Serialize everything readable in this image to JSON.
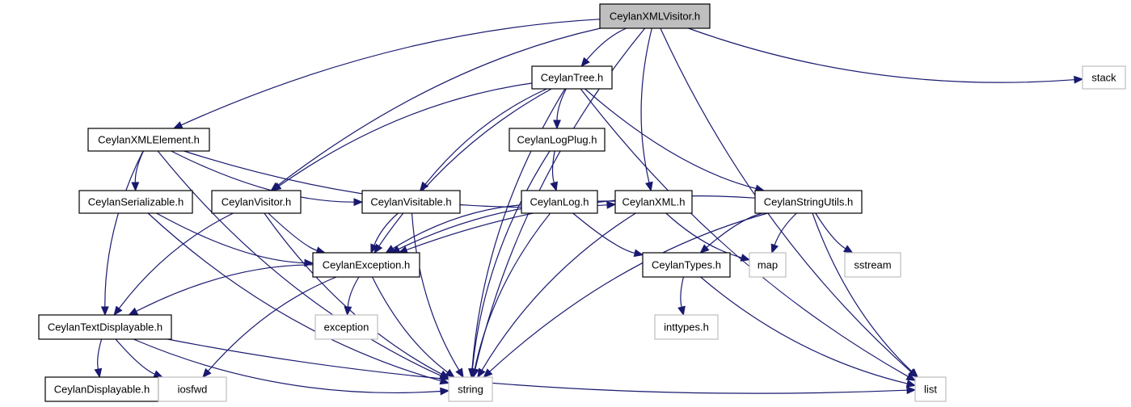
{
  "graph": {
    "nodes": [
      {
        "id": "xmlvisitor",
        "label": "CeylanXMLVisitor.h",
        "kind": "current"
      },
      {
        "id": "tree",
        "label": "CeylanTree.h",
        "kind": "internal"
      },
      {
        "id": "stack",
        "label": "stack",
        "kind": "external"
      },
      {
        "id": "xmlelement",
        "label": "CeylanXMLElement.h",
        "kind": "internal"
      },
      {
        "id": "logplug",
        "label": "CeylanLogPlug.h",
        "kind": "internal"
      },
      {
        "id": "serializable",
        "label": "CeylanSerializable.h",
        "kind": "internal"
      },
      {
        "id": "visitor",
        "label": "CeylanVisitor.h",
        "kind": "internal"
      },
      {
        "id": "visitable",
        "label": "CeylanVisitable.h",
        "kind": "internal"
      },
      {
        "id": "log",
        "label": "CeylanLog.h",
        "kind": "internal"
      },
      {
        "id": "xml",
        "label": "CeylanXML.h",
        "kind": "internal"
      },
      {
        "id": "stringutils",
        "label": "CeylanStringUtils.h",
        "kind": "internal"
      },
      {
        "id": "exception",
        "label": "CeylanException.h",
        "kind": "internal"
      },
      {
        "id": "types",
        "label": "CeylanTypes.h",
        "kind": "internal"
      },
      {
        "id": "map",
        "label": "map",
        "kind": "external"
      },
      {
        "id": "sstream",
        "label": "sstream",
        "kind": "external"
      },
      {
        "id": "textdisplayable",
        "label": "CeylanTextDisplayable.h",
        "kind": "internal"
      },
      {
        "id": "stdexception",
        "label": "exception",
        "kind": "external"
      },
      {
        "id": "inttypes",
        "label": "inttypes.h",
        "kind": "external"
      },
      {
        "id": "displayable",
        "label": "CeylanDisplayable.h",
        "kind": "internal"
      },
      {
        "id": "iosfwd",
        "label": "iosfwd",
        "kind": "external"
      },
      {
        "id": "string",
        "label": "string",
        "kind": "external"
      },
      {
        "id": "list",
        "label": "list",
        "kind": "external"
      }
    ],
    "edges": [
      [
        "xmlvisitor",
        "tree"
      ],
      [
        "xmlvisitor",
        "stack"
      ],
      [
        "xmlvisitor",
        "xmlelement"
      ],
      [
        "xmlvisitor",
        "visitor"
      ],
      [
        "xmlvisitor",
        "xml"
      ],
      [
        "xmlvisitor",
        "string"
      ],
      [
        "xmlvisitor",
        "list"
      ],
      [
        "tree",
        "logplug"
      ],
      [
        "tree",
        "visitor"
      ],
      [
        "tree",
        "visitable"
      ],
      [
        "tree",
        "stringutils"
      ],
      [
        "tree",
        "exception"
      ],
      [
        "tree",
        "string"
      ],
      [
        "tree",
        "list"
      ],
      [
        "xmlelement",
        "serializable"
      ],
      [
        "xmlelement",
        "visitable"
      ],
      [
        "xmlelement",
        "xml"
      ],
      [
        "xmlelement",
        "textdisplayable"
      ],
      [
        "xmlelement",
        "string"
      ],
      [
        "logplug",
        "log"
      ],
      [
        "logplug",
        "string"
      ],
      [
        "serializable",
        "exception"
      ],
      [
        "serializable",
        "string"
      ],
      [
        "visitor",
        "exception"
      ],
      [
        "visitor",
        "textdisplayable"
      ],
      [
        "visitor",
        "string"
      ],
      [
        "visitable",
        "exception"
      ],
      [
        "visitable",
        "string"
      ],
      [
        "log",
        "exception"
      ],
      [
        "log",
        "types"
      ],
      [
        "log",
        "string"
      ],
      [
        "xml",
        "exception"
      ],
      [
        "xml",
        "map"
      ],
      [
        "xml",
        "string"
      ],
      [
        "stringutils",
        "exception"
      ],
      [
        "stringutils",
        "types"
      ],
      [
        "stringutils",
        "map"
      ],
      [
        "stringutils",
        "sstream"
      ],
      [
        "stringutils",
        "string"
      ],
      [
        "stringutils",
        "list"
      ],
      [
        "exception",
        "textdisplayable"
      ],
      [
        "exception",
        "stdexception"
      ],
      [
        "exception",
        "iosfwd"
      ],
      [
        "exception",
        "string"
      ],
      [
        "types",
        "inttypes"
      ],
      [
        "types",
        "list"
      ],
      [
        "textdisplayable",
        "displayable"
      ],
      [
        "textdisplayable",
        "iosfwd"
      ],
      [
        "textdisplayable",
        "string"
      ],
      [
        "textdisplayable",
        "list"
      ]
    ]
  },
  "colors": {
    "edge": "#191970",
    "node_border": "#000000",
    "external_border": "#bfbfbf",
    "current_fill": "#bfbfbf"
  }
}
